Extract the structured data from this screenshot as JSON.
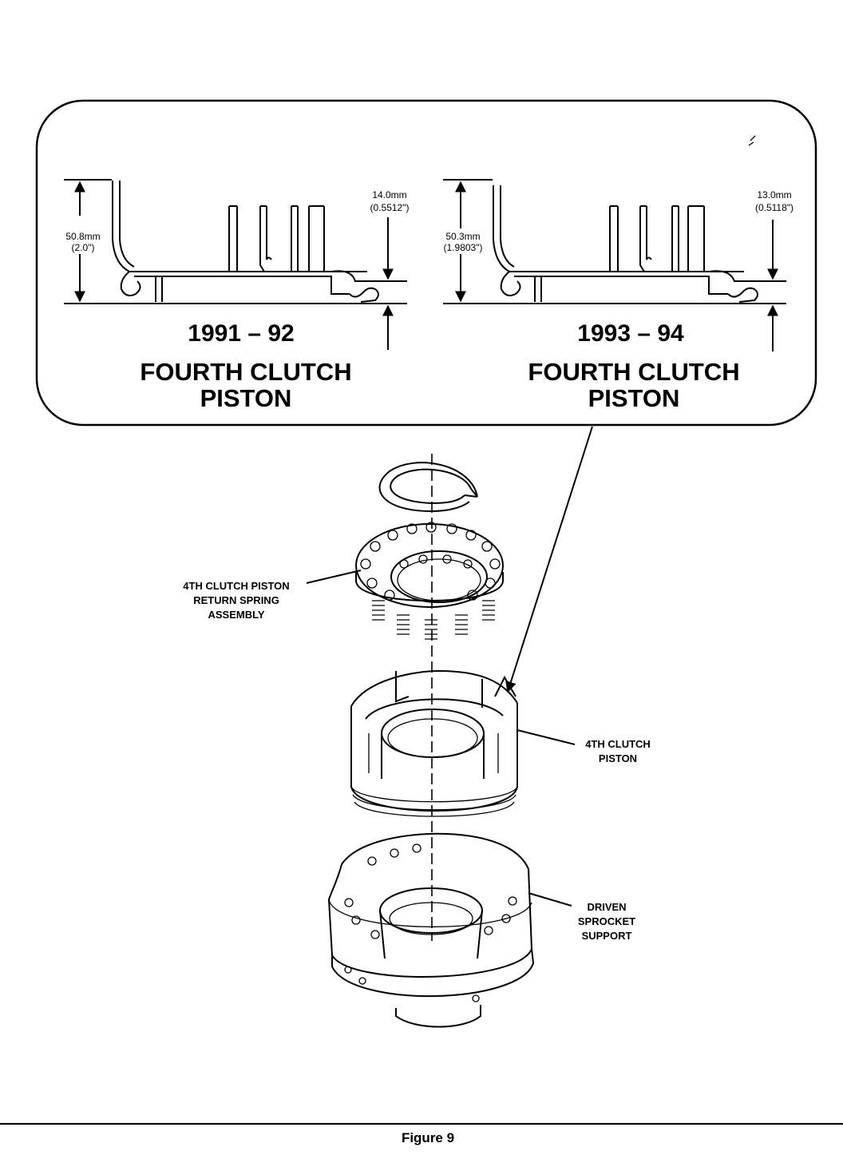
{
  "comparison_panel": {
    "left": {
      "height_mm": "50.8mm",
      "height_in": "(2.0\")",
      "offset_mm": "14.0mm",
      "offset_in": "(0.5512\")",
      "years": "1991 – 92",
      "title_line1": "FOURTH CLUTCH",
      "title_line2": "PISTON"
    },
    "right": {
      "height_mm": "50.3mm",
      "height_in": "(1.9803\")",
      "offset_mm": "13.0mm",
      "offset_in": "(0.5118\")",
      "years": "1993 – 94",
      "title_line1": "FOURTH CLUTCH",
      "title_line2": "PISTON"
    }
  },
  "callouts": {
    "spring_assembly": [
      "4TH CLUTCH PISTON",
      "RETURN SPRING",
      "ASSEMBLY"
    ],
    "piston": [
      "4TH CLUTCH",
      "PISTON"
    ],
    "sprocket_support": [
      "DRIVEN",
      "SPROCKET",
      "SUPPORT"
    ]
  },
  "caption": "Figure 9"
}
